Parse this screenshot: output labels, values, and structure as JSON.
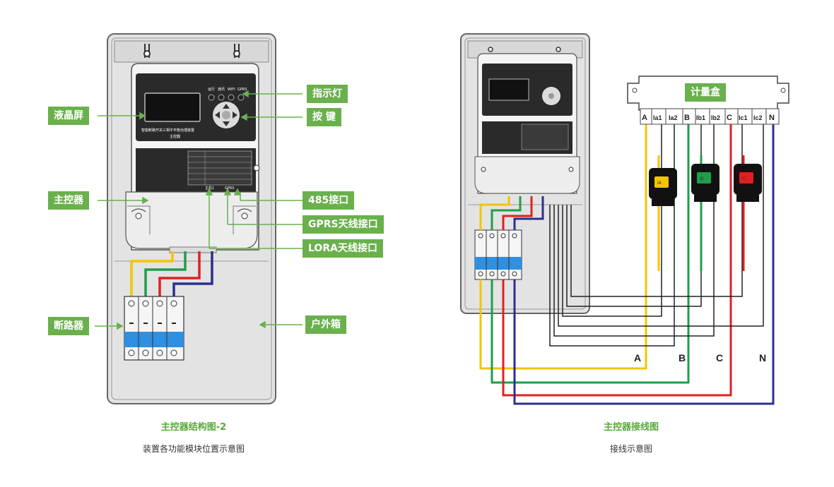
{
  "left": {
    "labels": {
      "lcd": "液晶屏",
      "indicator": "指示灯",
      "keys": "按 键",
      "controller": "主控器",
      "port485": "485接口",
      "gprs": "GPRS天线接口",
      "lora": "LORA天线接口",
      "breaker": "断路器",
      "box": "户外箱"
    },
    "device_title": "智能断路开关三相不平衡治理装置",
    "device_subtitle": "主控器",
    "led_labels": [
      "运行",
      "通讯",
      "WIFI",
      "GPRS"
    ],
    "bottom_port_labels": [
      "主机1",
      "GPRS"
    ],
    "caption": "主控器结构图-2",
    "subcaption": "装置各功能模块位置示意图"
  },
  "right": {
    "meter_box": "计量盒",
    "terminals": [
      "A",
      "Ia1",
      "Ia2",
      "B",
      "Ib1",
      "Ib2",
      "C",
      "Ic1",
      "Ic2",
      "N"
    ],
    "ct_labels": [
      "IA",
      "IB",
      "IC"
    ],
    "wire_labels": [
      "A",
      "B",
      "C",
      "N"
    ],
    "caption": "主控器接线图",
    "subcaption": "接线示意图"
  },
  "colors": {
    "green_accent": "#6ab04c",
    "phase_a": "#f2c500",
    "phase_b": "#1f9e4a",
    "phase_c": "#e02020",
    "neutral": "#2b2f8f",
    "breaker_blue": "#2f8fe0"
  }
}
